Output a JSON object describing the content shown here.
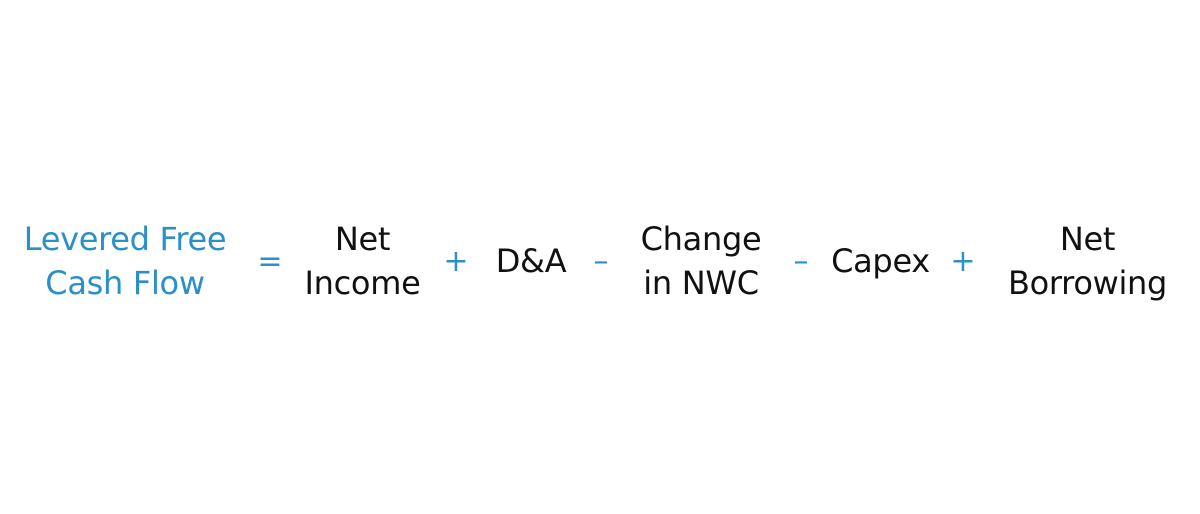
{
  "formula": {
    "result": {
      "line1": "Levered Free",
      "line2": "Cash Flow"
    },
    "terms": {
      "net_income": {
        "line1": "Net",
        "line2": "Income"
      },
      "da": {
        "line1": "D&A"
      },
      "change_nwc": {
        "line1": "Change",
        "line2": "in NWC"
      },
      "capex": {
        "line1": "Capex"
      },
      "net_borrowing": {
        "line1": "Net",
        "line2": "Borrowing"
      }
    },
    "operators": {
      "equals": "=",
      "plus1": "+",
      "minus1": "–",
      "minus2": "–",
      "plus2": "+"
    }
  },
  "colors": {
    "accent": "#2b8fc8",
    "text": "#111111",
    "background": "#ffffff"
  }
}
